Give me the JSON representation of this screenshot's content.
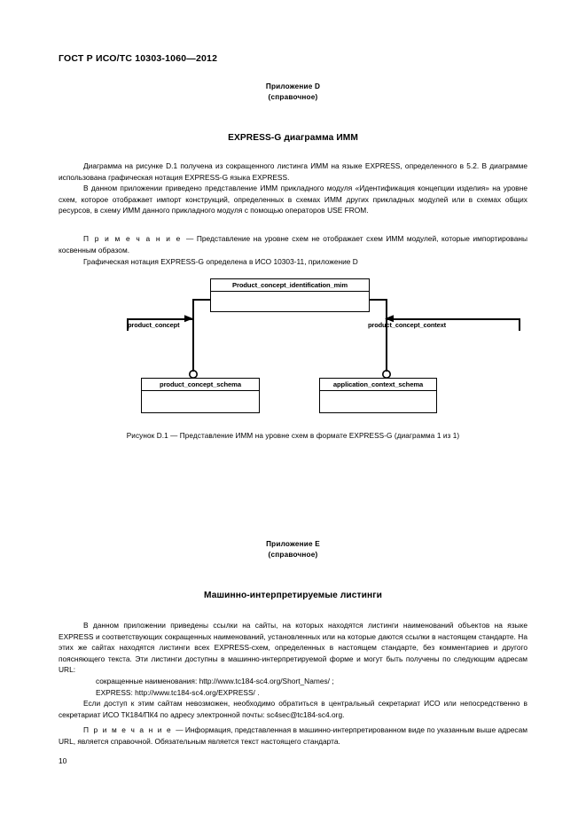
{
  "document": {
    "standard_header": "ГОСТ Р ИСО/ТС 10303-1060—2012",
    "page_number": "10"
  },
  "annex_d": {
    "label": "Приложение D",
    "sublabel": "(справочное)",
    "title": "EXPRESS-G диаграмма ИММ",
    "paragraphs": [
      "Диаграмма на рисунке D.1 получена из сокращенного листинга ИММ на языке EXPRESS, определенного в 5.2. В диаграмме использована графическая нотация EXPRESS-G языка EXPRESS.",
      "В данном приложении приведено представление ИММ прикладного модуля «Идентификация концепции изделия» на уровне схем, которое отображает импорт конструкций, определенных в схемах ИММ других прикладных модулей или в схемах общих ресурсов, в схему ИММ данного прикладного модуля с помощью операторов USE FROM."
    ],
    "note_prefix": "П р и м е ч а н и е ",
    "note_text": "— Представление на уровне схем не отображает схем ИММ модулей, которые импортированы косвенным образом.",
    "notation_paragraph": "Графическая нотация EXPRESS-G определена в ИСО 10303-11, приложение D",
    "figure_caption": "Рисунок  D.1 — Представление ИММ на уровне схем в формате EXPRESS-G (диаграмма 1 из 1)"
  },
  "diagram": {
    "box_top_label": "Product_concept_identification_mim",
    "box_left_label": "product_concept_schema",
    "box_right_label": "application_context_schema",
    "edge_left_label": "product_concept",
    "edge_right_label": "product_concept_context"
  },
  "annex_e": {
    "label": "Приложение E",
    "sublabel": "(справочное)",
    "title": "Машинно-интерпретируемые листинги",
    "paragraphs": [
      "В данном приложении приведены ссылки на сайты, на которых находятся листинги наименований объектов на языке EXPRESS и соответствующих сокращенных наименований, установленных или на которые даются ссылки в настоящем стандарте. На этих же сайтах находятся листинги всех EXPRESS-схем, определенных в настоящем стандарте, без комментариев и другого поясняющего текста. Эти листинги доступны в машинно-интерпретируемой форме и могут быть получены по следующим адресам URL:"
    ],
    "url_lines": [
      "сокращенные наименования: http://www.tc184-sc4.org/Short_Names/ ;",
      "EXPRESS: http://www.tc184-sc4.org/EXPRESS/ ."
    ],
    "contact_paragraph": "Если доступ к этим сайтам невозможен, необходимо обратиться в центральный секретариат ИСО или непосредственно в секретариат ИСО ТК184/ПК4 по адресу электронной почты: sc4sec@tc184-sc4.org.",
    "note_prefix": "П р и м е ч а н и е ",
    "note_text": "— Информация, представленная в машинно-интерпретированном виде по указанным выше адресам URL, является справочной. Обязательным является текст настоящего стандарта."
  }
}
